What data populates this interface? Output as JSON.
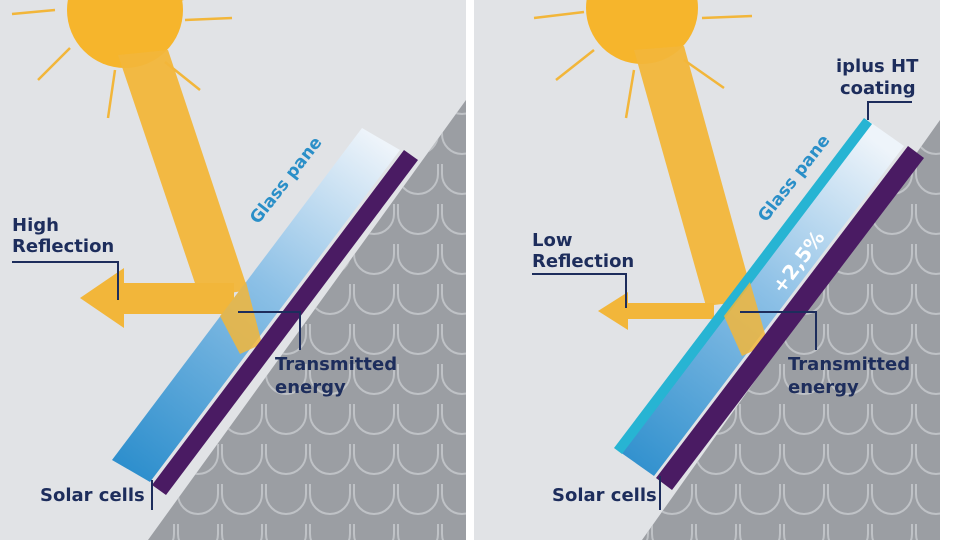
{
  "left": {
    "reflection_line1": "High",
    "reflection_line2": "Reflection",
    "glass_pane": "Glass pane",
    "transmitted_line1": "Transmitted",
    "transmitted_line2": "energy",
    "solar_cells": "Solar cells"
  },
  "right": {
    "coating_line1": "iplus HT",
    "coating_line2": "coating",
    "reflection_line1": "Low",
    "reflection_line2": "Reflection",
    "glass_pane": "Glass pane",
    "gain": "+2,5%",
    "transmitted_line1": "Transmitted",
    "transmitted_line2": "energy",
    "solar_cells": "Solar cells"
  },
  "colors": {
    "background": "#e1e3e6",
    "roof": "#9b9ea3",
    "sun": "#f6b52c",
    "ray": "#f2b63a",
    "glass_light": "#e6f0f8",
    "glass_dark": "#2e8fcd",
    "solar_cell": "#4a1b63",
    "coating": "#27b4d3",
    "label": "#1d2d5c"
  }
}
